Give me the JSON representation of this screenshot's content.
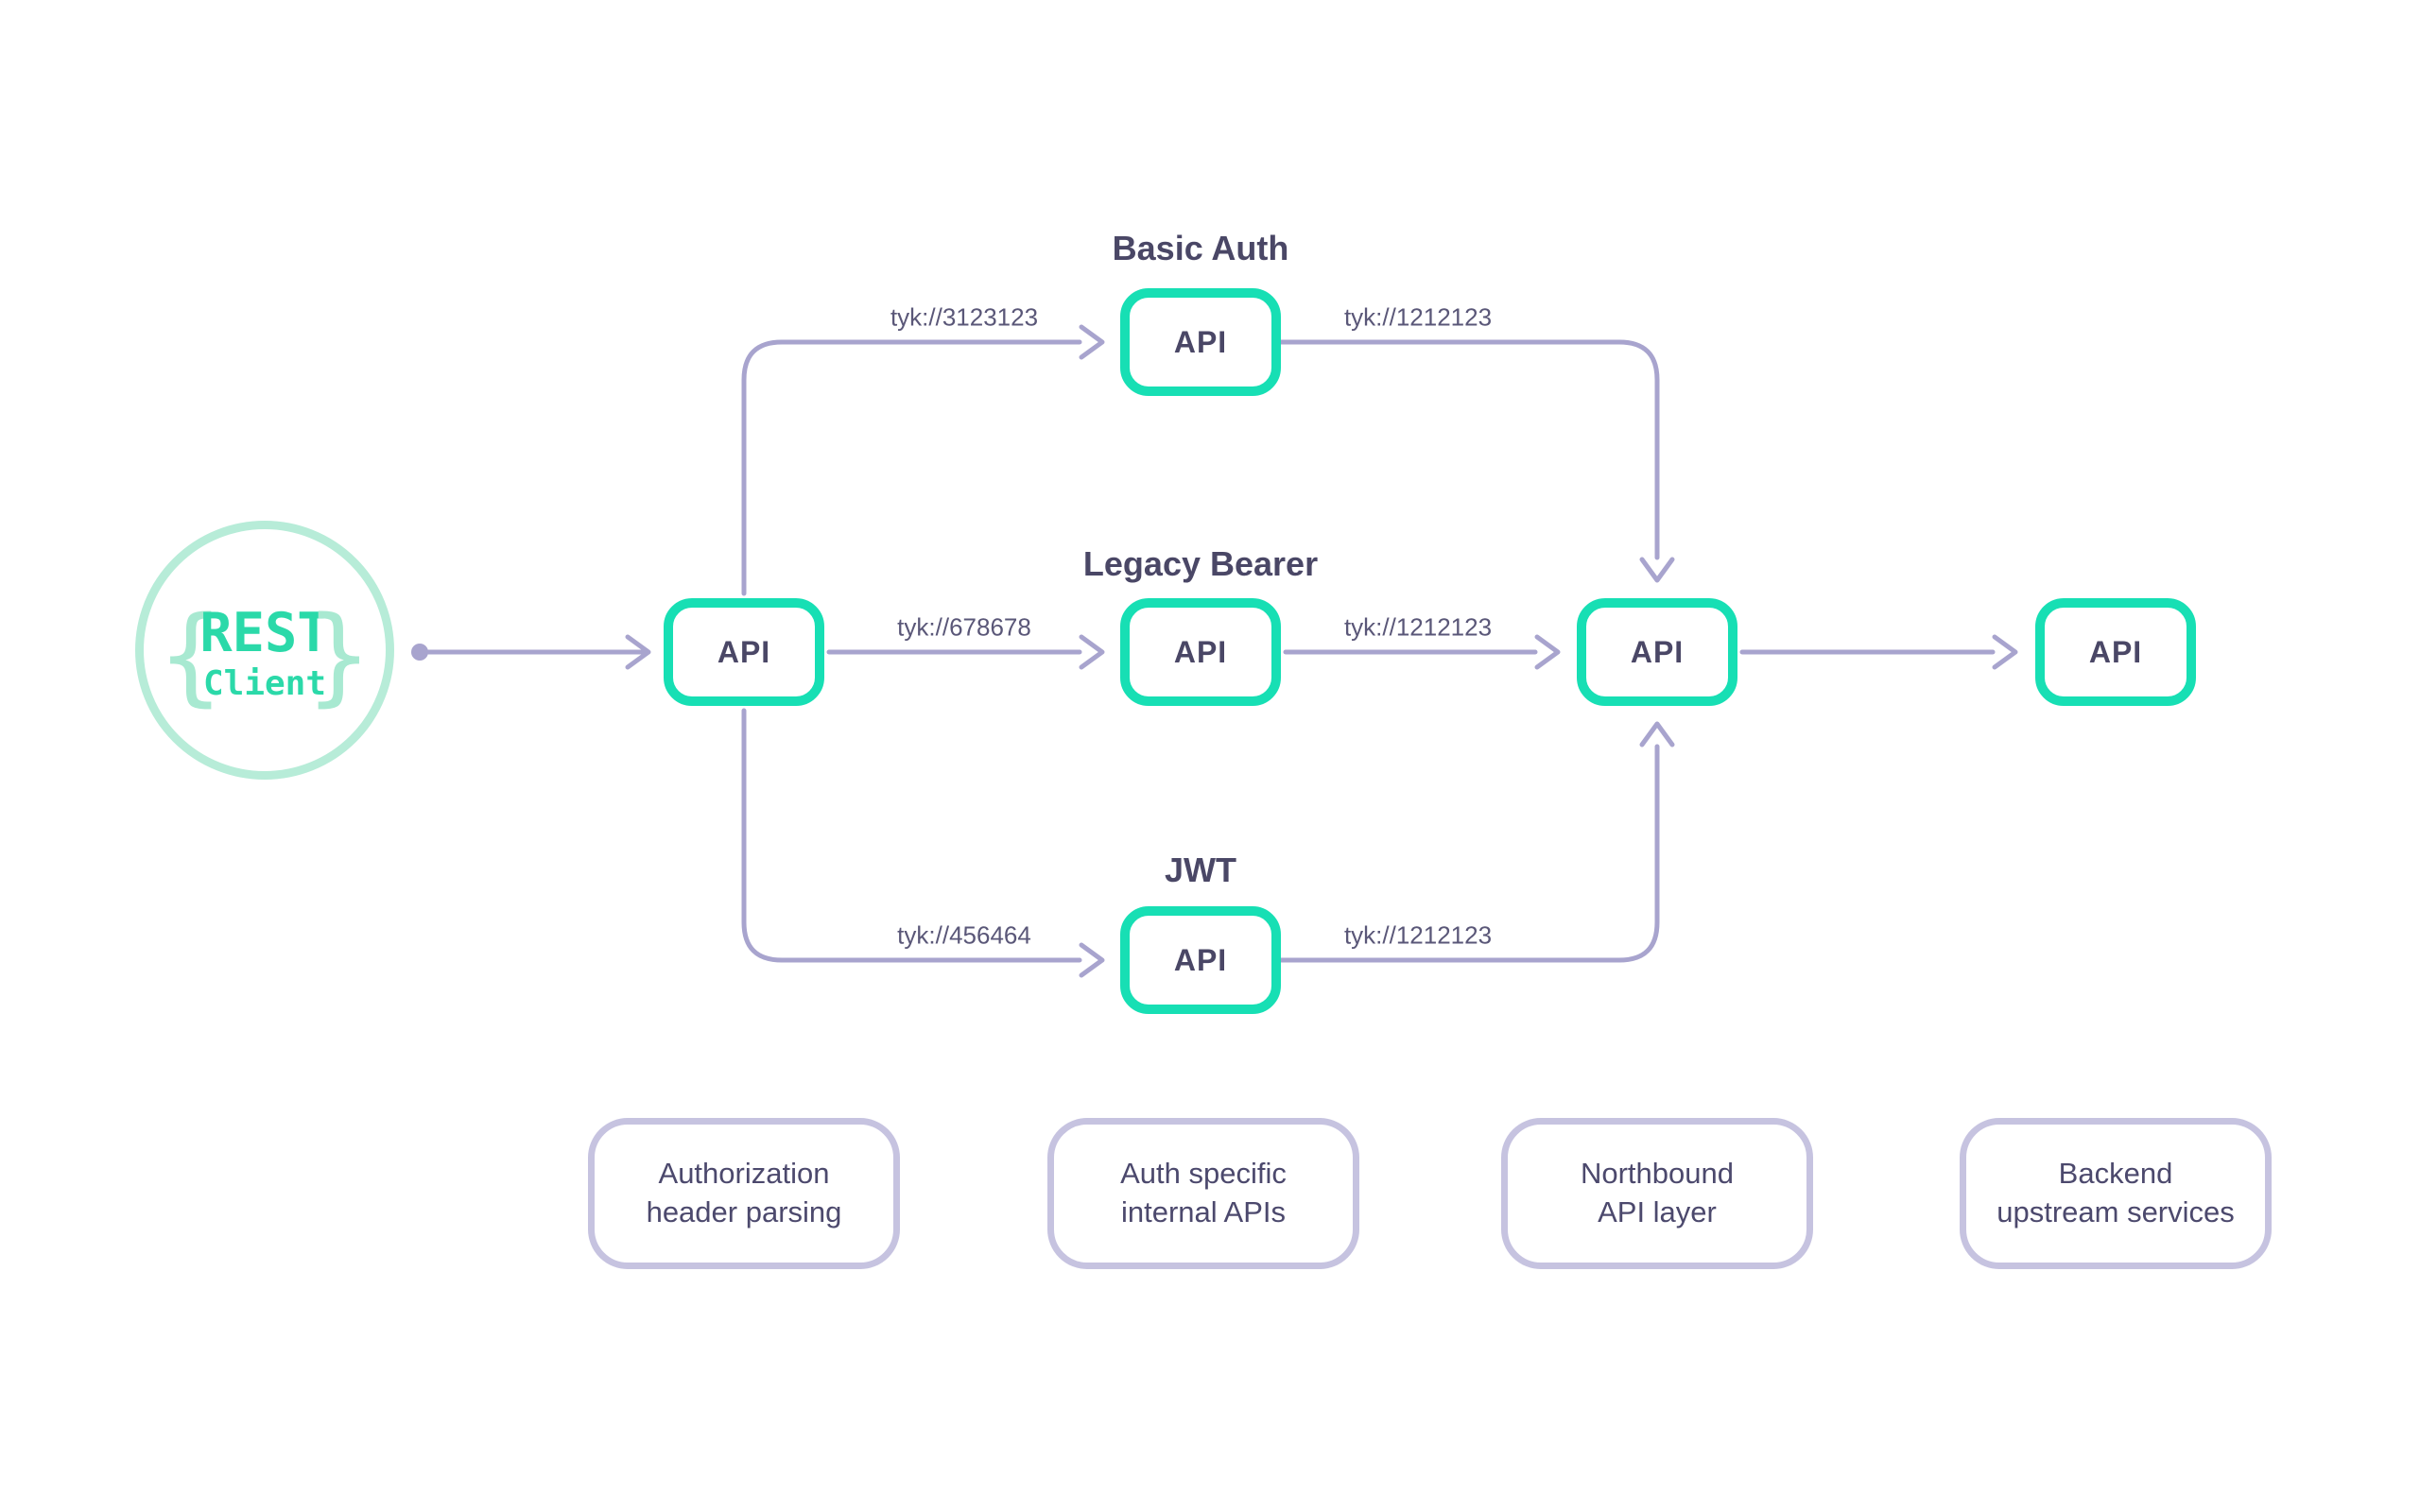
{
  "client": {
    "title": "REST",
    "subtitle": "Client",
    "brace_left": "{",
    "brace_right": "}"
  },
  "groups": {
    "basic_auth": {
      "title": "Basic Auth",
      "api_label": "API",
      "in_url": "tyk://3123123",
      "out_url": "tyk://1212123"
    },
    "legacy_bearer": {
      "title": "Legacy Bearer",
      "api_label": "API",
      "in_url": "tyk://678678",
      "out_url": "tyk://1212123"
    },
    "jwt": {
      "title": "JWT",
      "api_label": "API",
      "in_url": "tyk://456464",
      "out_url": "tyk://1212123"
    }
  },
  "nodes": {
    "gateway_api": "API",
    "northbound_api": "API",
    "backend_api": "API"
  },
  "notes": [
    "Authorization\nheader parsing",
    "Auth specific\ninternal APIs",
    "Northbound\nAPI layer",
    "Backend\nupstream services"
  ],
  "colors": {
    "teal": "#17dfb4",
    "mint": "#b7ecd8",
    "tealtext": "#2bd9a9",
    "purple": "#a8a4ce",
    "dark": "#4a4766",
    "label": "#5a5778",
    "noteborder": "#c6c3e0",
    "notetext": "#4c496d"
  }
}
